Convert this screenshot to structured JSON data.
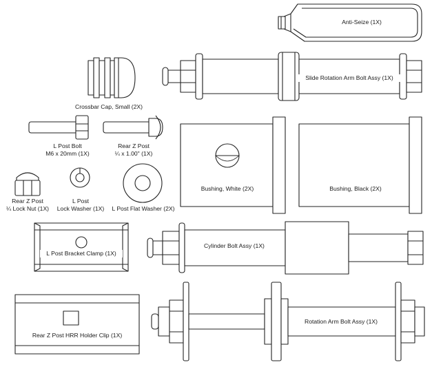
{
  "parts": {
    "anti_seize": {
      "label": "Anti-Seize (1X)"
    },
    "slide_rotation_arm_bolt": {
      "label": "Slide Rotation Arm Bolt Assy (1X)"
    },
    "crossbar_cap": {
      "label": "Crossbar Cap, Small (2X)"
    },
    "l_post_bolt": {
      "line1": "L Post Bolt",
      "line2": "M6 x 20mm (1X)"
    },
    "rear_z_post": {
      "line1": "Rear Z Post",
      "line2": "¼ x 1.00\" (1X)"
    },
    "bushing_white": {
      "label": "Bushing, White (2X)"
    },
    "bushing_black": {
      "label": "Bushing, Black (2X)"
    },
    "rear_z_post_lock_nut": {
      "line1": "Rear Z Post",
      "line2": "¼ Lock Nut (1X)"
    },
    "l_post_lock_washer": {
      "line1": "L Post",
      "line2": "Lock Washer (1X)"
    },
    "l_post_flat_washer": {
      "label": "L Post Flat Washer (2X)"
    },
    "l_post_bracket_clamp": {
      "label": "L Post Bracket Clamp (1X)"
    },
    "cylinder_bolt": {
      "label": "Cylinder Bolt Assy (1X)"
    },
    "rear_z_post_hrr_clip": {
      "label": "Rear Z Post HRR Holder Clip (1X)"
    },
    "rotation_arm_bolt": {
      "label": "Rotation Arm Bolt Assy (1X)"
    }
  }
}
